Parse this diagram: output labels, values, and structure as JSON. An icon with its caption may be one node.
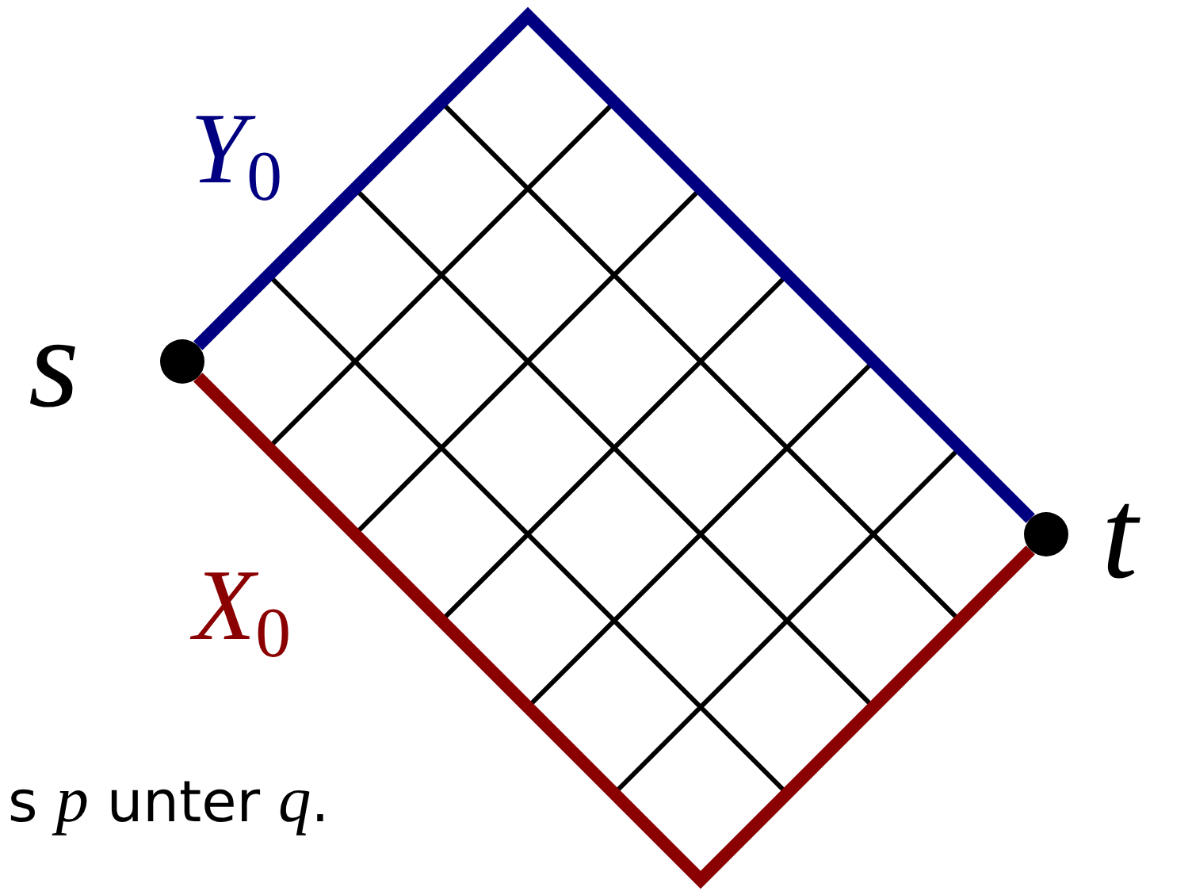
{
  "diagram": {
    "nodes": [
      {
        "text": [],
        "shape": "circle",
        "beside": [
          "s"
        ]
      },
      {
        "text": [],
        "shape": "circle",
        "beside": [
          "t"
        ]
      }
    ],
    "edges": [
      {
        "from": 0,
        "to": 1,
        "arrow": "none",
        "label": "Y$_{0}$",
        "color": "#000080"
      },
      {
        "from": 0,
        "to": 1,
        "arrow": "none",
        "label": "X$_{0}$",
        "color": "#8b0000"
      }
    ],
    "labels": [
      "s *p* unter *q*."
    ]
  }
}
